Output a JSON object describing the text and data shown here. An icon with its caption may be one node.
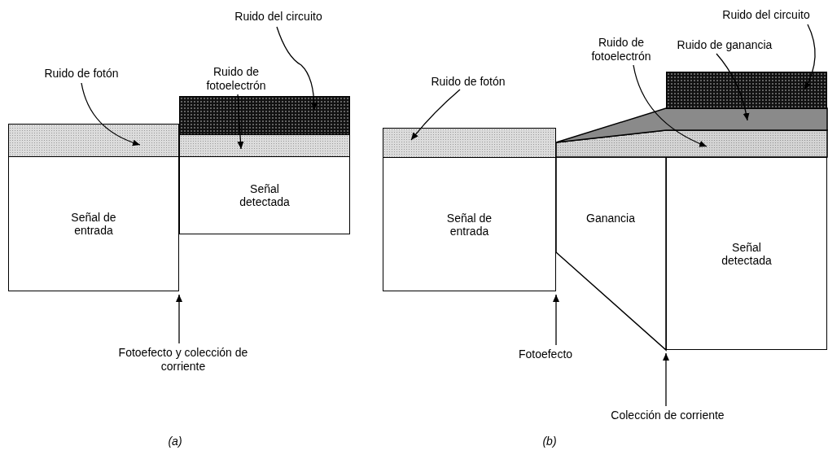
{
  "diagram": {
    "nodes": [
      {
        "text": [
          "Señal de entrada"
        ]
      },
      {
        "text": [],
        "shape": "bar"
      },
      {
        "text": [
          "Señal detectada"
        ]
      },
      {
        "text": [],
        "shape": "bar"
      },
      {
        "text": [],
        "shape": "bar"
      },
      {
        "text": [
          "Ruido de fotón"
        ]
      },
      {
        "text": [
          "Ruido de fotoelectrón"
        ]
      },
      {
        "text": [
          "Ruido del circuito"
        ]
      },
      {
        "text": [
          "Fotoefecto y colección de corriente"
        ]
      },
      {
        "text": [
          "Señal de entrada"
        ]
      },
      {
        "text": [],
        "shape": "bar"
      },
      {
        "text": [
          "Ganancia"
        ]
      },
      {
        "text": [
          "Señal detectada"
        ]
      },
      {
        "text": [],
        "shape": "bar"
      },
      {
        "text": [],
        "shape": "bar"
      },
      {
        "text": [],
        "shape": "bar"
      },
      {
        "text": [
          "Ruido de fotón"
        ]
      },
      {
        "text": [
          "Ruido de fotoelectrón"
        ]
      },
      {
        "text": [
          "Ruido de ganancia"
        ]
      },
      {
        "text": [
          "Ruido del circuito"
        ]
      },
      {
        "text": [
          "Fotoefecto"
        ]
      },
      {
        "text": [
          "Colección de corriente"
        ]
      }
    ],
    "edges": [
      {
        "from": 5,
        "to": 1,
        "arrow": "to"
      },
      {
        "from": 6,
        "to": 3,
        "arrow": "to"
      },
      {
        "from": 7,
        "to": 4,
        "arrow": "to"
      },
      {
        "from": 8,
        "to": 0,
        "arrow": "to"
      },
      {
        "from": 16,
        "to": 10,
        "arrow": "to"
      },
      {
        "from": 17,
        "to": 13,
        "arrow": "to"
      },
      {
        "from": 18,
        "to": 14,
        "arrow": "to"
      },
      {
        "from": 19,
        "to": 15,
        "arrow": "to"
      },
      {
        "from": 20,
        "to": 9,
        "arrow": "to"
      },
      {
        "from": 21,
        "to": 11,
        "arrow": "to"
      }
    ],
    "labels": [
      "(a)",
      "(b)"
    ]
  }
}
